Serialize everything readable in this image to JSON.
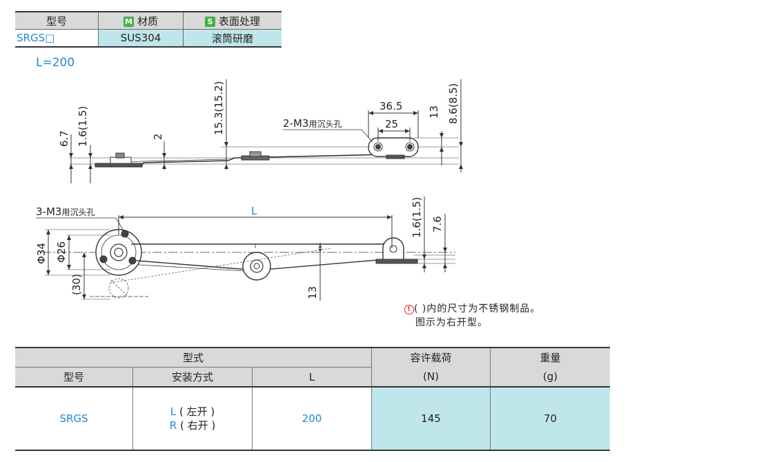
{
  "spec_table": {
    "headers": {
      "model": "型号",
      "material": "材质",
      "surface": "表面处理"
    },
    "badges": {
      "material": "M",
      "surface": "S"
    },
    "row": {
      "model": "SRGS□",
      "material": "SUS304",
      "surface": "滚筒研磨"
    }
  },
  "length_label": "L=200",
  "drawing": {
    "dims": {
      "d_6_7": "6.7",
      "d_1_6": "1.6(1.5)",
      "d_2": "2",
      "d_15_3": "15.3(15.2)",
      "d_36_5": "36.5",
      "d_25": "25",
      "d_13_top": "13",
      "d_8_6": "8.6(8.5)",
      "hole_note_top": "2-M3",
      "hole_note_top_suffix": "用沉头孔",
      "hole_note_bottom": "3-M3",
      "hole_note_bottom_suffix": "用沉头孔",
      "d_L": "L",
      "d_phi34": "Φ34",
      "d_phi26": "Φ26",
      "d_30": "(30)",
      "d_1_6b": "1.6(1.5)",
      "d_7_6": "7.6",
      "d_13_bottom": "13"
    }
  },
  "notes": {
    "icon": "!",
    "line1": "( )内的尺寸为不锈钢制品。",
    "line2": "图示为右开型。"
  },
  "model_table": {
    "headers": {
      "type_group": "型式",
      "model": "型号",
      "mounting": "安装方式",
      "length": "L",
      "load": "容许载荷",
      "load_unit": "(N)",
      "weight": "重量",
      "weight_unit": "(g)"
    },
    "rows": [
      {
        "model": "SRGS",
        "mount_l_code": "L",
        "mount_l_text": "( 左开 )",
        "mount_r_code": "R",
        "mount_r_text": "( 右开 )",
        "length": "200",
        "load": "145",
        "weight": "70"
      }
    ]
  },
  "colors": {
    "accent_blue": "#1f88d6",
    "cell_cyan": "#bfe6eb",
    "header_gray": "#d9d9d9",
    "badge_green": "#45b04a",
    "note_red": "#e0232a"
  }
}
